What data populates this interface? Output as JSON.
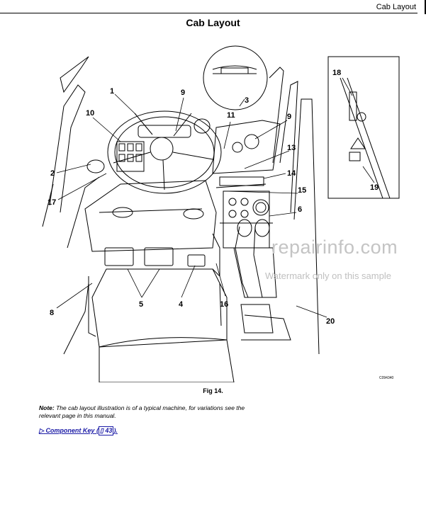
{
  "header": {
    "section_title": "Cab Layout"
  },
  "page_title": "Cab Layout",
  "figure": {
    "caption": "Fig 14.",
    "code": "C094340",
    "callouts": [
      "1",
      "2",
      "3",
      "4",
      "5",
      "6",
      "8",
      "9",
      "9",
      "10",
      "11",
      "13",
      "14",
      "15",
      "16",
      "17",
      "18",
      "19",
      "20"
    ]
  },
  "note": {
    "label": "Note:",
    "text": "The cab layout illustration is of a typical machine, for variations see the relevant page in this manual."
  },
  "link": {
    "label": "Component Key",
    "page": "43"
  },
  "watermark": {
    "site": "repairinfo.com",
    "notice": "Watermark only on this sample"
  }
}
